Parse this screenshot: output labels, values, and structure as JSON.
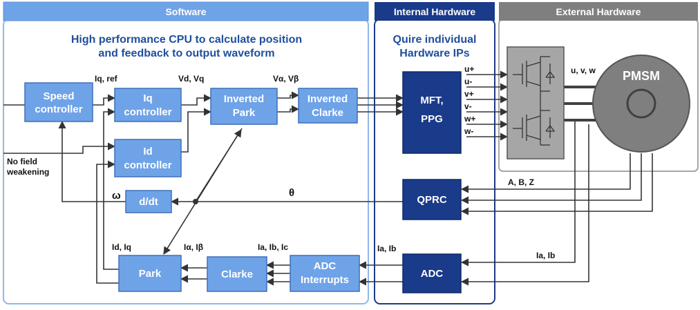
{
  "panels": {
    "software": {
      "title": "Software",
      "subtitle_line1": "High performance CPU to calculate position",
      "subtitle_line2": "and feedback to output waveform"
    },
    "internal": {
      "title": "Internal Hardware",
      "subtitle_line1": "Quire individual",
      "subtitle_line2": "Hardware IPs"
    },
    "external": {
      "title": "External Hardware"
    }
  },
  "blocks": {
    "speed_controller": [
      "Speed",
      "controller"
    ],
    "iq_controller": [
      "Iq",
      "controller"
    ],
    "id_controller": [
      "Id",
      "controller"
    ],
    "inverted_park": [
      "Inverted",
      "Park"
    ],
    "inverted_clarke": [
      "Inverted",
      "Clarke"
    ],
    "ddt": "d/dt",
    "park": "Park",
    "clarke": "Clarke",
    "adc_interrupts": [
      "ADC",
      "Interrupts"
    ],
    "mft_ppg": [
      "MFT,",
      "PPG"
    ],
    "qprc": "QPRC",
    "adc": "ADC",
    "pmsm": "PMSM"
  },
  "signals": {
    "iq_ref": "Iq, ref",
    "vd_vq": "Vd, Vq",
    "valpha_vbeta": "Vα, Vβ",
    "no_field_line1": "No field",
    "no_field_line2": "weakening",
    "omega": "ω",
    "theta": "θ",
    "id_iq": "Id, Iq",
    "ialpha_ibeta": "Iα, Iβ",
    "ia_ib_ic": "Ia, Ib, Ic",
    "ia_ib_internal": "Ia, Ib",
    "ia_ib_external": "Ia, Ib",
    "abz": "A, B, Z",
    "uvw": "u, v, w"
  },
  "pwm_outputs": [
    "u+",
    "u-",
    "v+",
    "v-",
    "w+",
    "w-"
  ],
  "colors": {
    "software_header": "#6fa3e8",
    "software_border": "#8fb8e8",
    "internal_header": "#1a3a8a",
    "external_header": "#7f7f7f",
    "sw_block": "#6fa3e8",
    "hw_block": "#1a3a8a",
    "pmsm": "#7f7f7f",
    "inverter": "#a6a6a6"
  }
}
